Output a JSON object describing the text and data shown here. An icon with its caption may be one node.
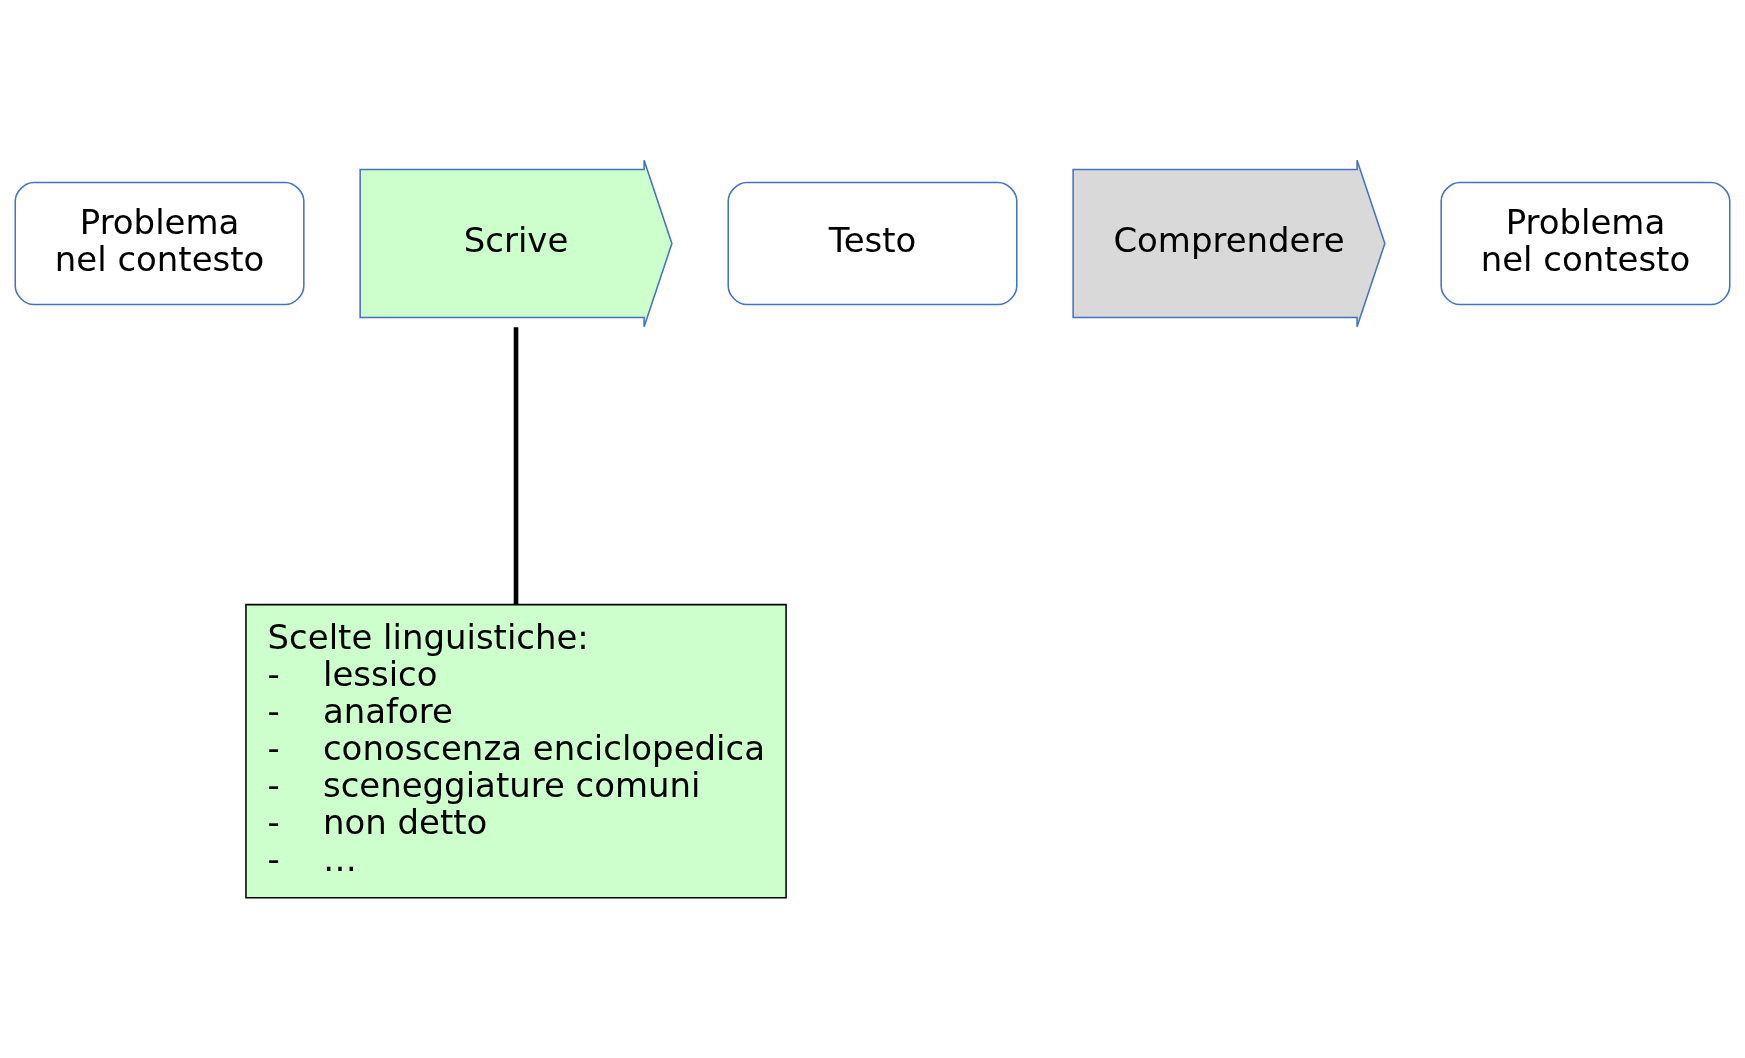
{
  "diagram": {
    "nodes": [
      {
        "text": [
          "Problema nel contesto"
        ]
      },
      {
        "text": [
          "Scrive"
        ]
      },
      {
        "text": [
          "Testo"
        ]
      },
      {
        "text": [
          "Comprendere"
        ]
      },
      {
        "text": [
          "Problema nel contesto"
        ]
      },
      {
        "text": [
          "Scelte linguistiche:",
          "-    lessico",
          "-    anafore",
          "-    conoscenza enciclopedica",
          "-    sceneggiature comuni",
          "-    non detto",
          "-    …"
        ]
      }
    ],
    "edges": [
      {
        "from": 1,
        "to": 5,
        "arrow": "none"
      }
    ]
  }
}
